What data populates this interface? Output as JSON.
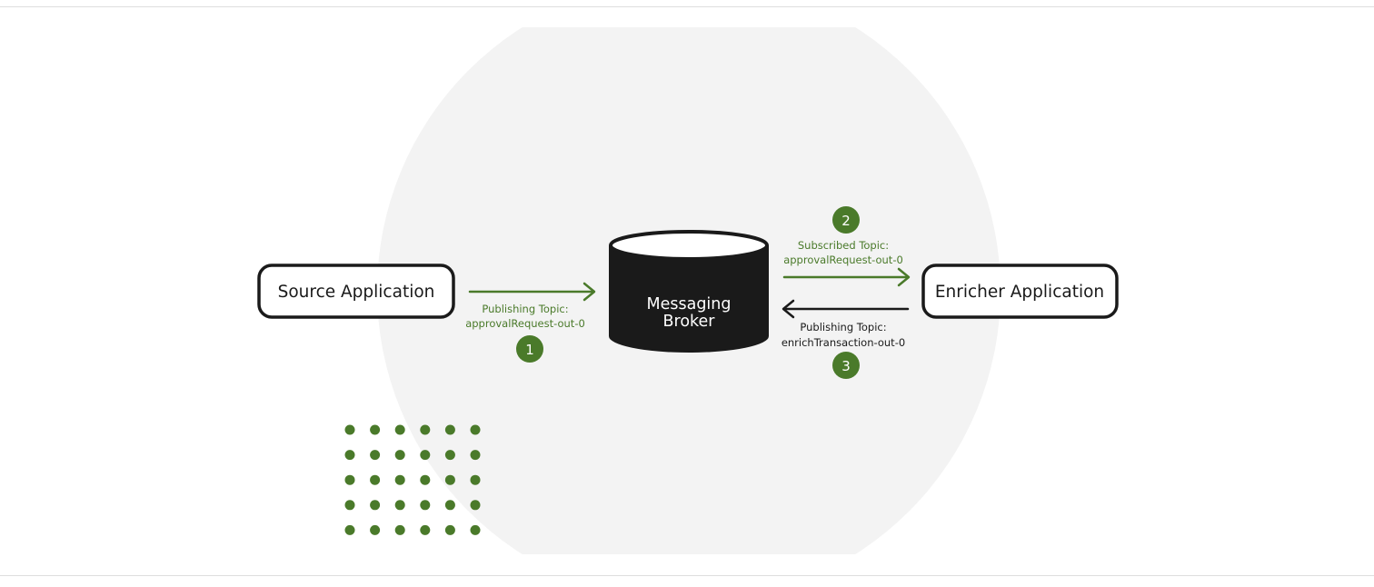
{
  "nodes": {
    "source": {
      "label": "Source Application"
    },
    "broker": {
      "line1": "Messaging",
      "line2": "Broker"
    },
    "enricher": {
      "label": "Enricher Application"
    }
  },
  "flows": [
    {
      "step": "1",
      "caption": "Publishing Topic:",
      "topic": "approvalRequest-out-0"
    },
    {
      "step": "2",
      "caption": "Subscribed Topic:",
      "topic": "approvalRequest-out-0"
    },
    {
      "step": "3",
      "caption": "Publishing Topic:",
      "topic": "enrichTransaction-out-0"
    }
  ],
  "colors": {
    "accent": "#4a7a2a",
    "dark": "#1a1a1a",
    "bubble": "#f3f3f3"
  }
}
